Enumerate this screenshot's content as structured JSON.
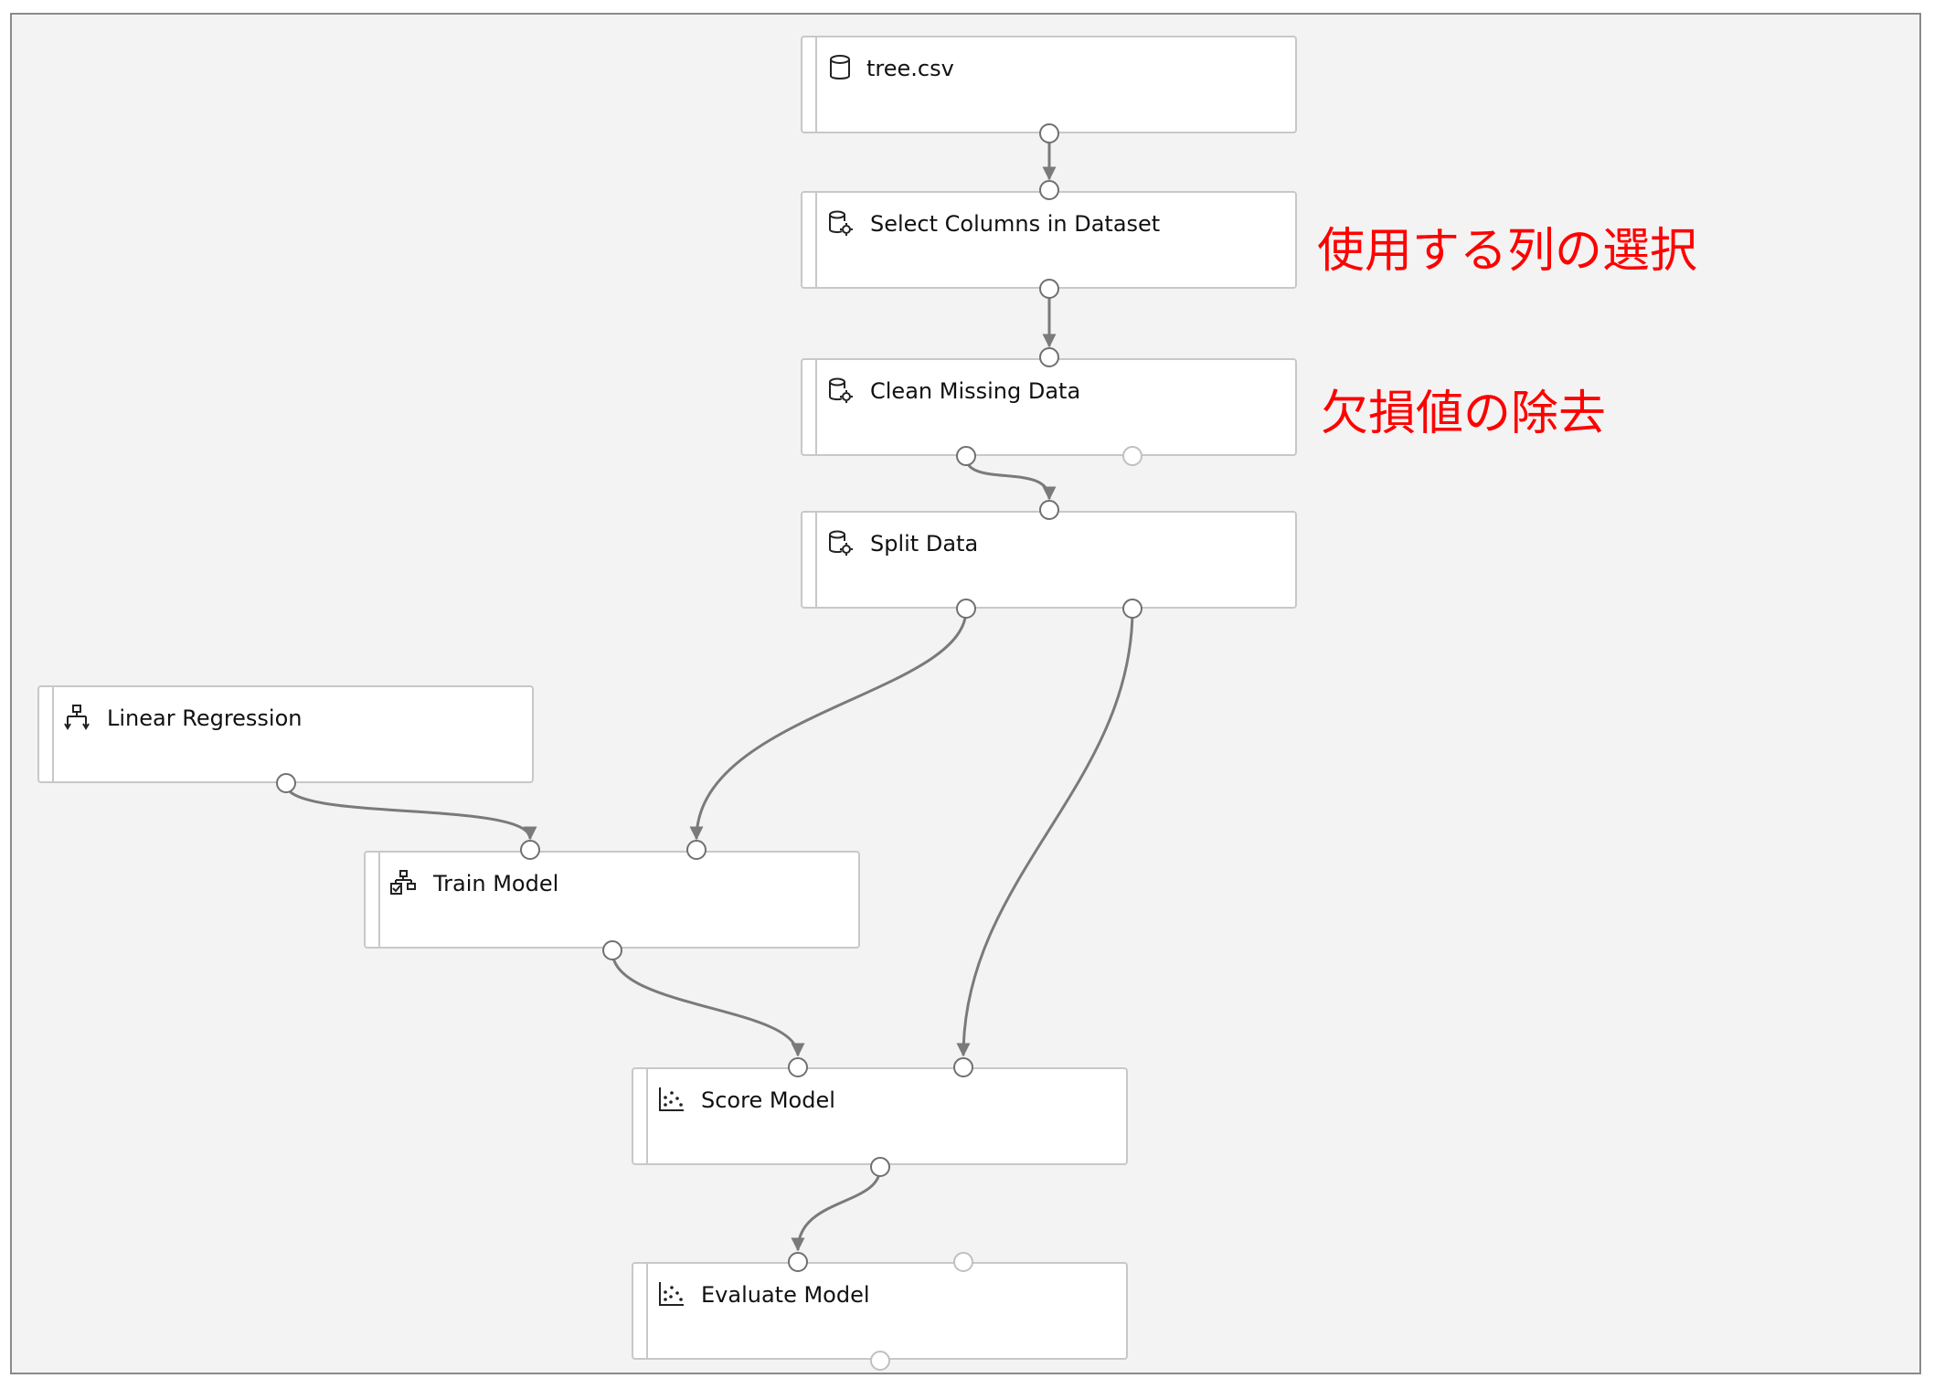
{
  "modules": {
    "tree_csv": {
      "label": "tree.csv",
      "icon": "dataset-icon"
    },
    "select_columns": {
      "label": "Select Columns in Dataset",
      "icon": "data-transform-icon"
    },
    "clean_missing": {
      "label": "Clean Missing Data",
      "icon": "data-transform-icon"
    },
    "split_data": {
      "label": "Split Data",
      "icon": "data-transform-icon"
    },
    "linear_regression": {
      "label": "Linear Regression",
      "icon": "regression-algorithm-icon"
    },
    "train_model": {
      "label": "Train Model",
      "icon": "train-model-icon"
    },
    "score_model": {
      "label": "Score Model",
      "icon": "scatter-plot-icon"
    },
    "evaluate_model": {
      "label": "Evaluate Model",
      "icon": "scatter-plot-icon"
    }
  },
  "annotations": {
    "select_columns_note": "使用する列の選択",
    "clean_missing_note": "欠損値の除去"
  },
  "colors": {
    "annotation": "#ff0000",
    "connector": "#7a7a7a",
    "canvas": "#f3f3f3"
  }
}
